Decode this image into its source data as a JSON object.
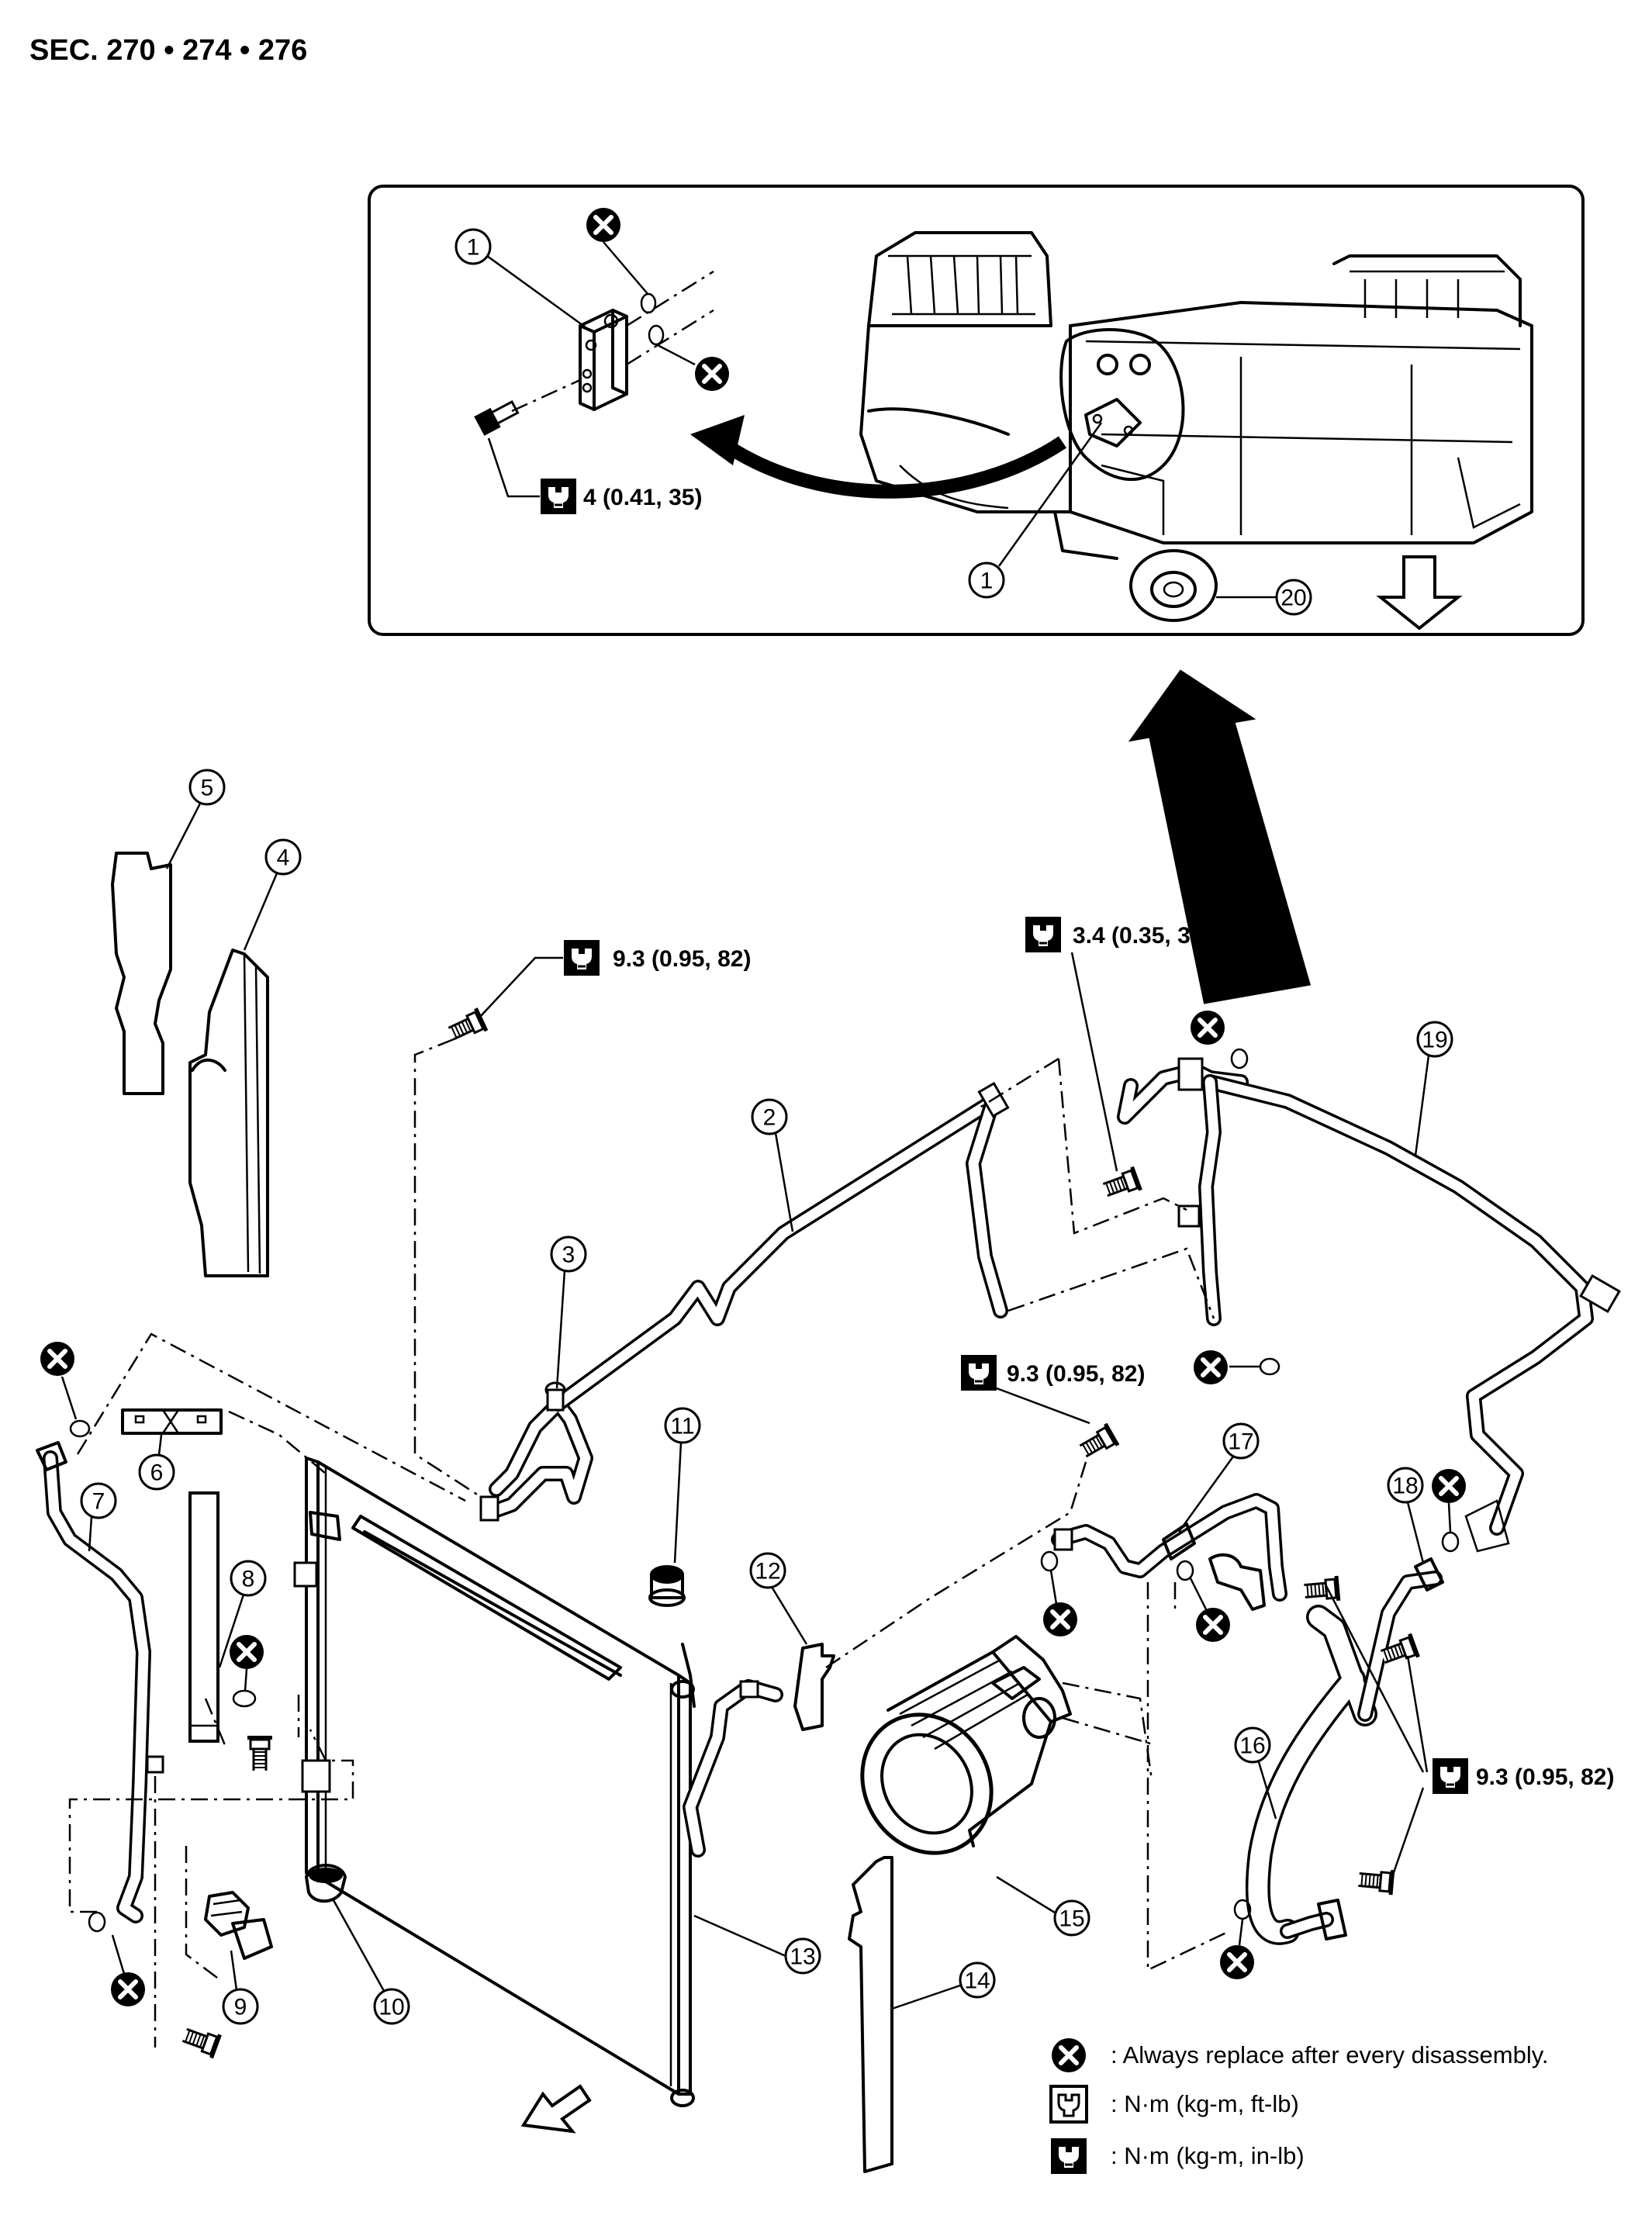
{
  "section_title": "SEC. 270 • 274 • 276",
  "callouts": {
    "c1a": "1",
    "c1b": "1",
    "c2": "2",
    "c3": "3",
    "c4": "4",
    "c5": "5",
    "c6": "6",
    "c7": "7",
    "c8": "8",
    "c9": "9",
    "c10": "10",
    "c11": "11",
    "c12": "12",
    "c13": "13",
    "c14": "14",
    "c15": "15",
    "c16": "16",
    "c17": "17",
    "c18": "18",
    "c19": "19",
    "c20": "20"
  },
  "torques": {
    "expansion_valve_bolt": "4 (0.41, 35)",
    "upper_left_bolt": "9.3 (0.95, 82)",
    "upper_right_bolt": "3.4 (0.35, 30)",
    "middle_bolt": "9.3 (0.95, 82)",
    "right_bolts": "9.3 (0.95, 82)"
  },
  "legend": {
    "replace": ": Always replace after every disassembly.",
    "ftlb": ": N·m (kg-m, ft-lb)",
    "inlb": ": N·m (kg-m, in-lb)"
  },
  "icons": [
    "replace-x-icon",
    "torque-ftlb-icon",
    "torque-inlb-icon",
    "front-arrow-icon",
    "down-arrow-icon"
  ]
}
